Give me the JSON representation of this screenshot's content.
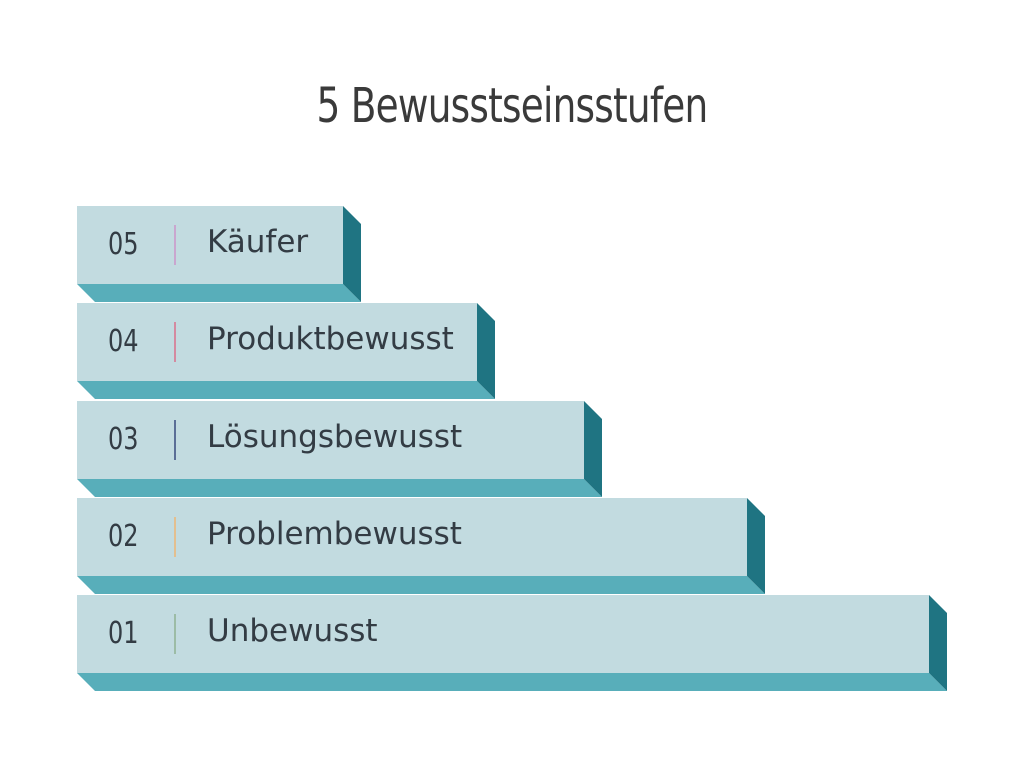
{
  "title": "5 Bewusstseinsstufen",
  "colors": {
    "face": "#c2dbe0",
    "bottom": "#58aeba",
    "side": "#1f7482",
    "text": "#333c44"
  },
  "steps": [
    {
      "number": "05",
      "label": "Käufer",
      "accent": "#c9a6cf"
    },
    {
      "number": "04",
      "label": "Produktbewusst",
      "accent": "#d48aa0"
    },
    {
      "number": "03",
      "label": "Lösungsbewusst",
      "accent": "#5a6e96"
    },
    {
      "number": "02",
      "label": "Problembewusst",
      "accent": "#e3bf8f"
    },
    {
      "number": "01",
      "label": "Unbewusst",
      "accent": "#9cbca6"
    }
  ]
}
